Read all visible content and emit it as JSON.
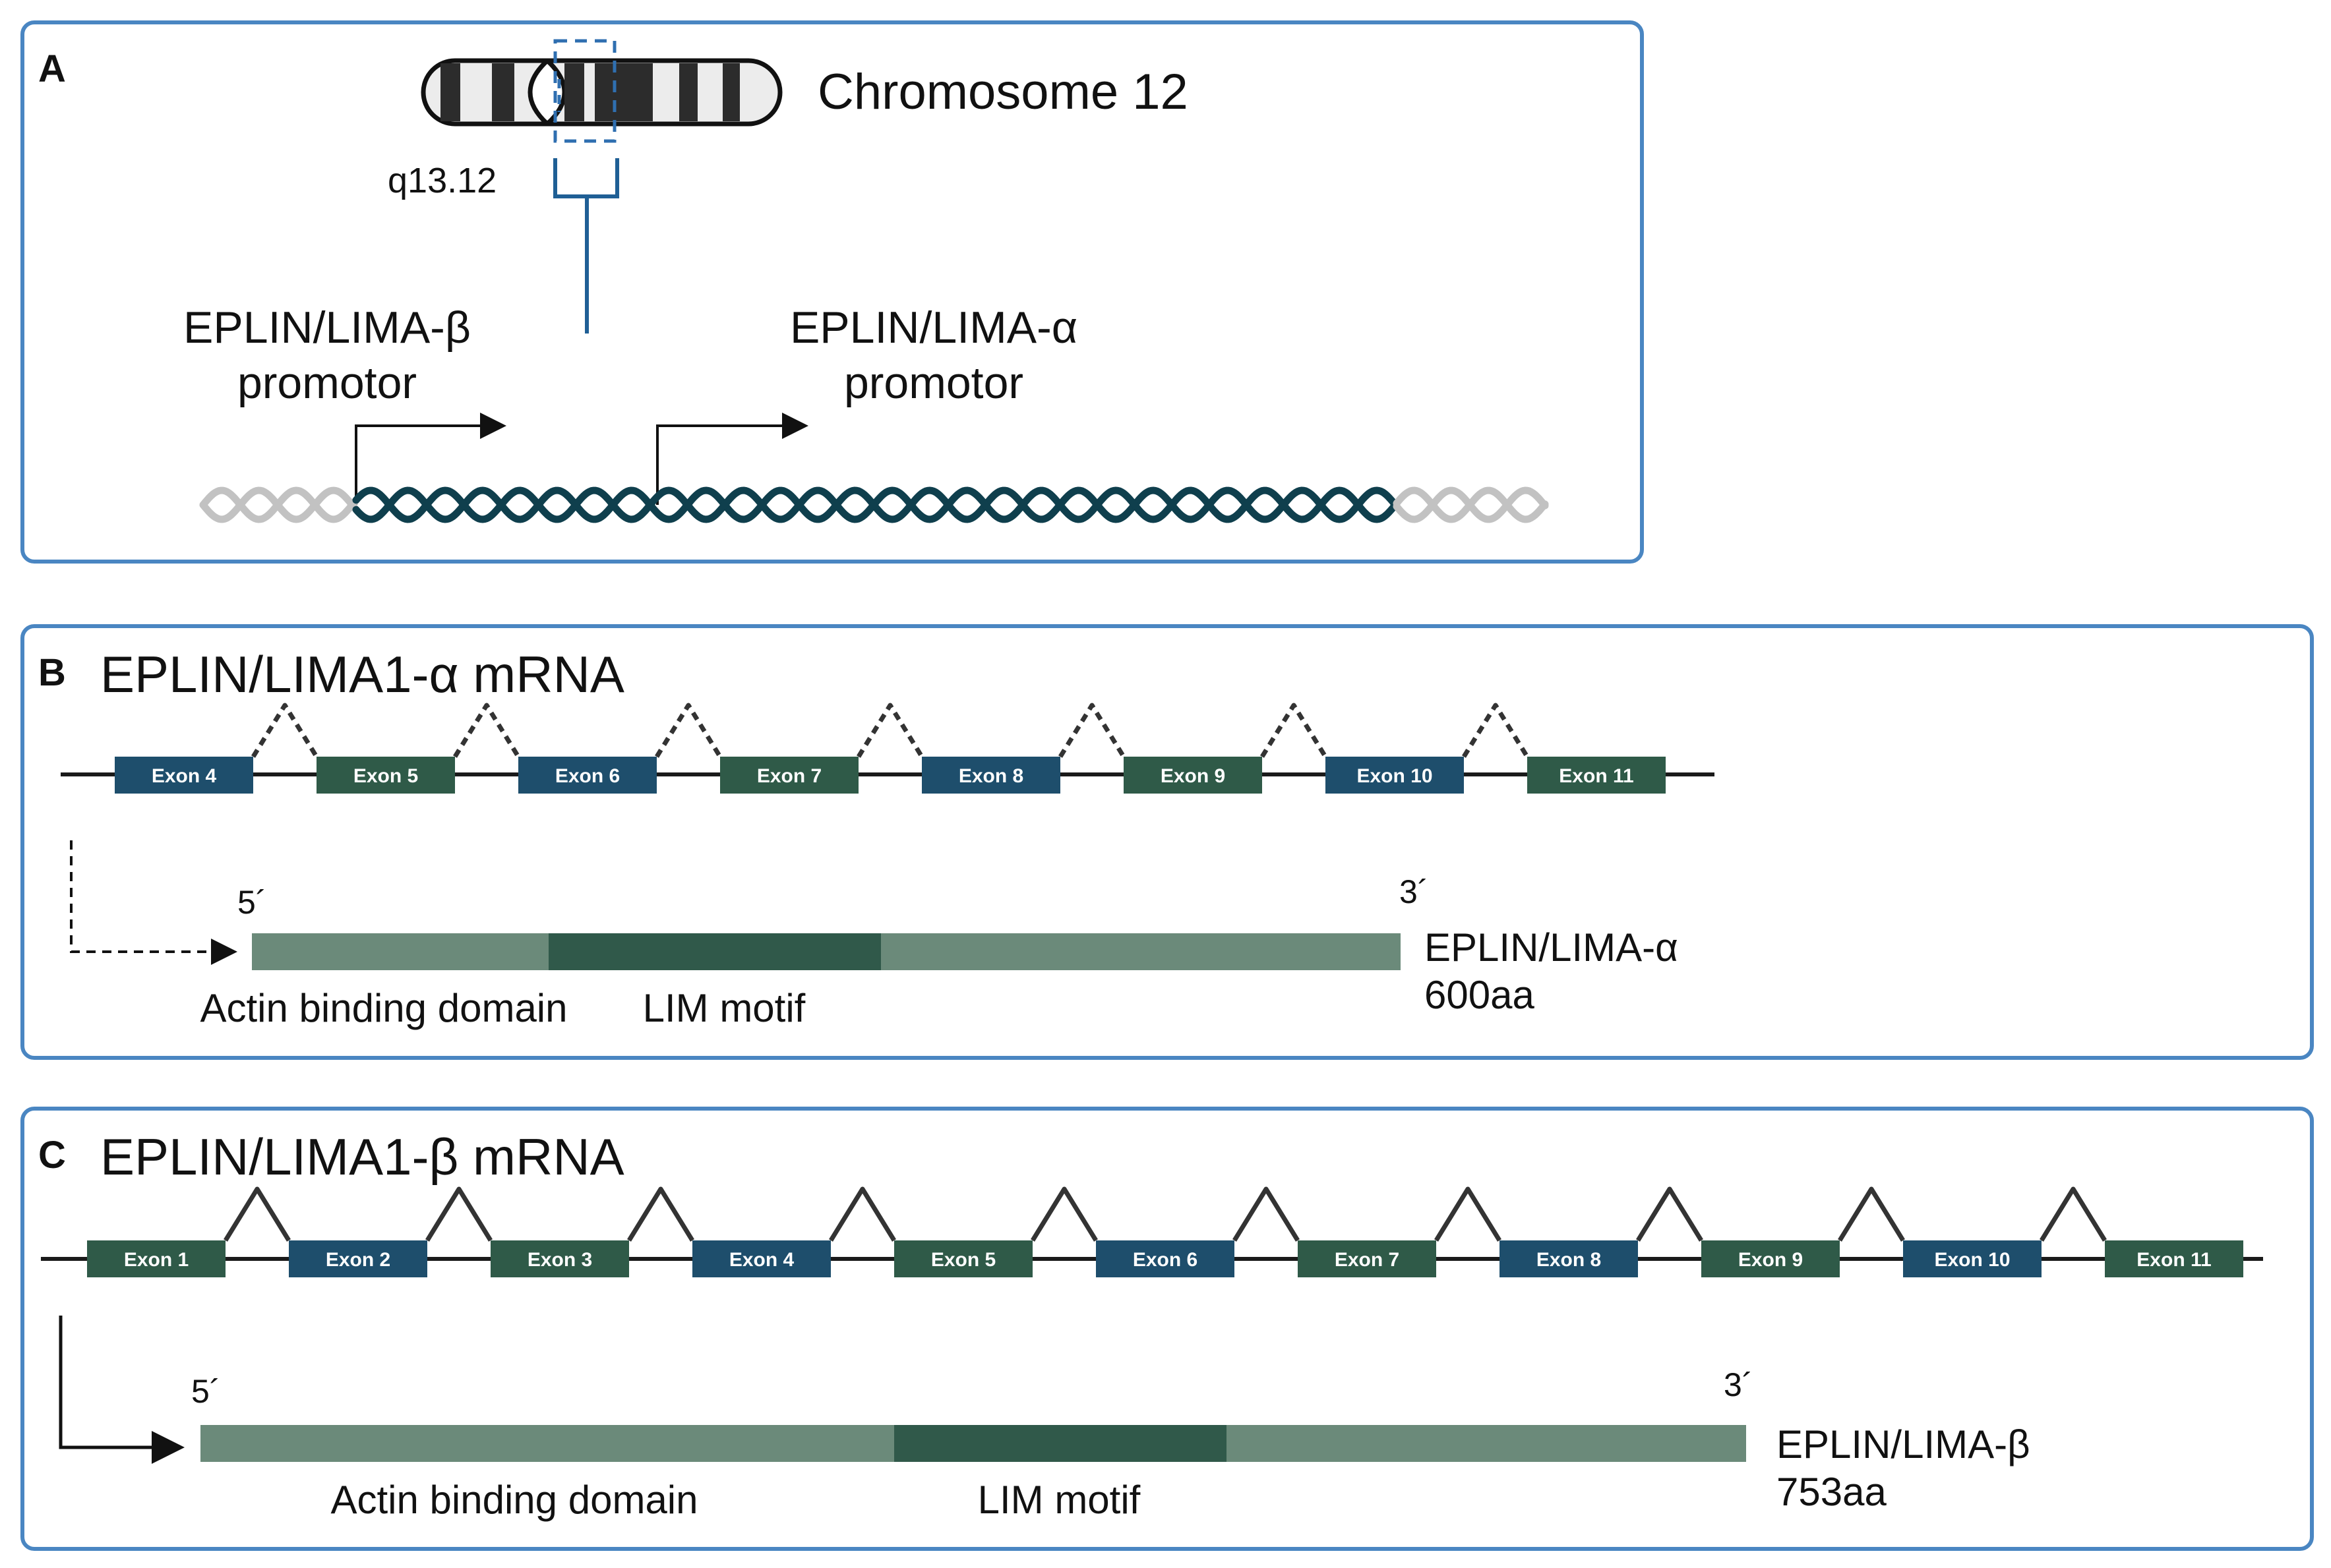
{
  "colors": {
    "panel_border": "#4a86c2",
    "exon_blue": "#1e4e6c",
    "exon_green": "#2f5a48",
    "protein_light": "#6b8a7a",
    "protein_dark": "#30594a",
    "dna_dark": "#0f3f4d",
    "dna_light": "#c2c2c2",
    "line": "#222222"
  },
  "panel_a": {
    "letter": "A",
    "chromosome_label": "Chromosome 12",
    "band_label": "q13.12",
    "beta_promoter_line1": "EPLIN/LIMA-β",
    "beta_promoter_line2": "promotor",
    "alpha_promoter_line1": "EPLIN/LIMA-α",
    "alpha_promoter_line2": "promotor"
  },
  "panel_b": {
    "letter": "B",
    "title": "EPLIN/LIMA1-α mRNA",
    "exons": [
      "Exon 4",
      "Exon 5",
      "Exon 6",
      "Exon 7",
      "Exon 8",
      "Exon 9",
      "Exon 10",
      "Exon 11"
    ],
    "five_prime": "5´",
    "three_prime": "3´",
    "domain_label": "Actin binding domain",
    "motif_label": "LIM motif",
    "protein_name": "EPLIN/LIMA-α",
    "protein_length": "600aa"
  },
  "panel_c": {
    "letter": "C",
    "title": "EPLIN/LIMA1-β mRNA",
    "exons": [
      "Exon 1",
      "Exon 2",
      "Exon 3",
      "Exon 4",
      "Exon 5",
      "Exon 6",
      "Exon 7",
      "Exon 8",
      "Exon 9",
      "Exon 10",
      "Exon 11"
    ],
    "five_prime": "5´",
    "three_prime": "3´",
    "domain_label": "Actin binding domain",
    "motif_label": "LIM motif",
    "protein_name": "EPLIN/LIMA-β",
    "protein_length": "753aa"
  }
}
